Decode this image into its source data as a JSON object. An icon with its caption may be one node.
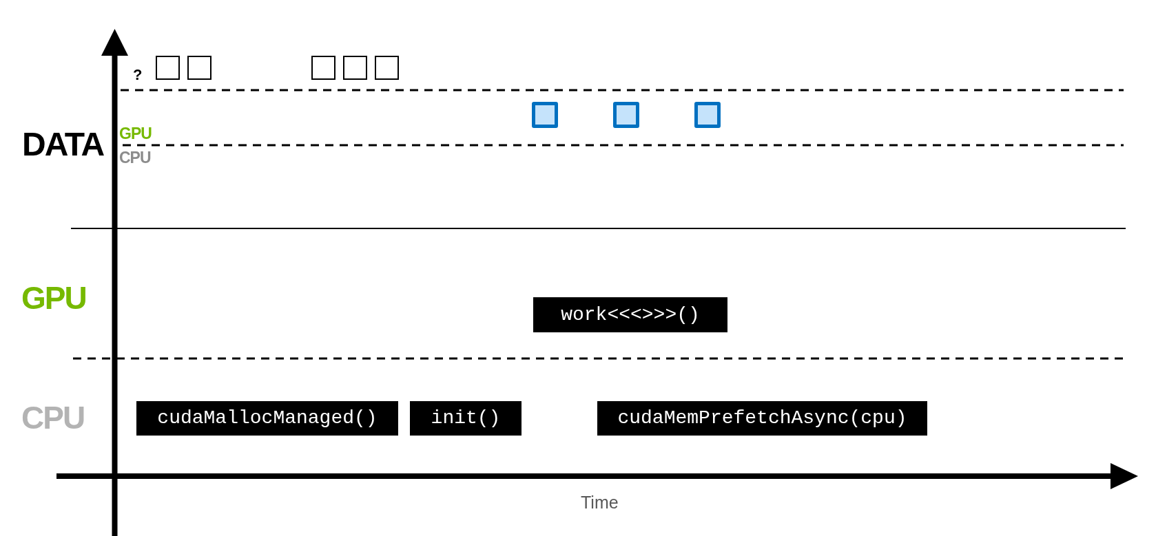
{
  "diagram": {
    "nodes": [
      {
        "text": [],
        "shape": "box"
      },
      {
        "text": [],
        "shape": "box"
      },
      {
        "text": [],
        "shape": "box"
      },
      {
        "text": [],
        "shape": "box"
      },
      {
        "text": [],
        "shape": "box"
      },
      {
        "text": [],
        "shape": "box"
      },
      {
        "text": [],
        "shape": "box"
      },
      {
        "text": [],
        "shape": "box"
      },
      {
        "text": [
          "work<<<>>>()"
        ]
      },
      {
        "text": [
          "cudaMallocManaged()"
        ]
      },
      {
        "text": [
          "init()"
        ]
      },
      {
        "text": [
          "cudaMemPrefetchAsync(cpu)"
        ]
      }
    ],
    "labels": [
      "?",
      "DATA",
      "GPU",
      "CPU",
      "GPU",
      "CPU",
      "Time"
    ]
  }
}
